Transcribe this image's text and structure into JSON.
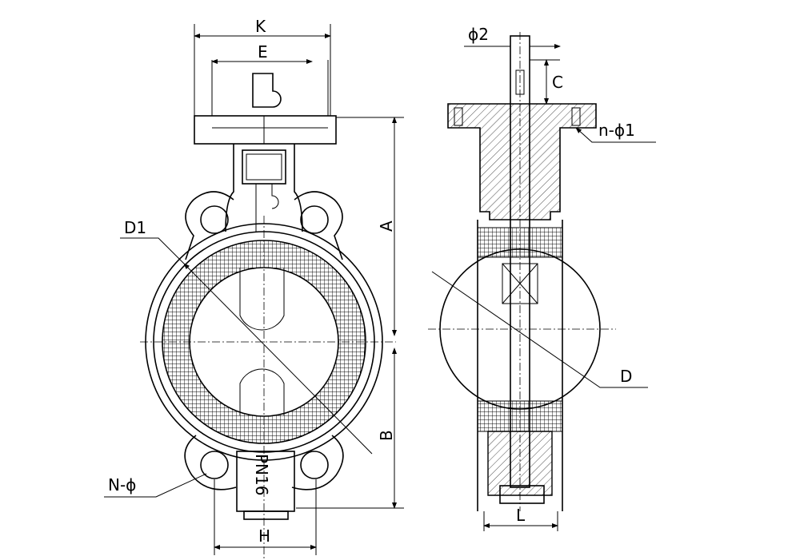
{
  "title": "Wafer butterfly valve dimension drawing",
  "front_view": {
    "labels": {
      "K": "K",
      "E": "E",
      "A": "A",
      "B": "B",
      "D1": "D1",
      "N_phi": "N-ϕ",
      "pressure": "PN16",
      "H": "H"
    }
  },
  "side_view": {
    "labels": {
      "phi2": "ϕ2",
      "C": "C",
      "n_phi1": "n-ϕ1",
      "D": "D",
      "L": "L"
    }
  },
  "colors": {
    "line": "#000000",
    "background": "#ffffff"
  }
}
